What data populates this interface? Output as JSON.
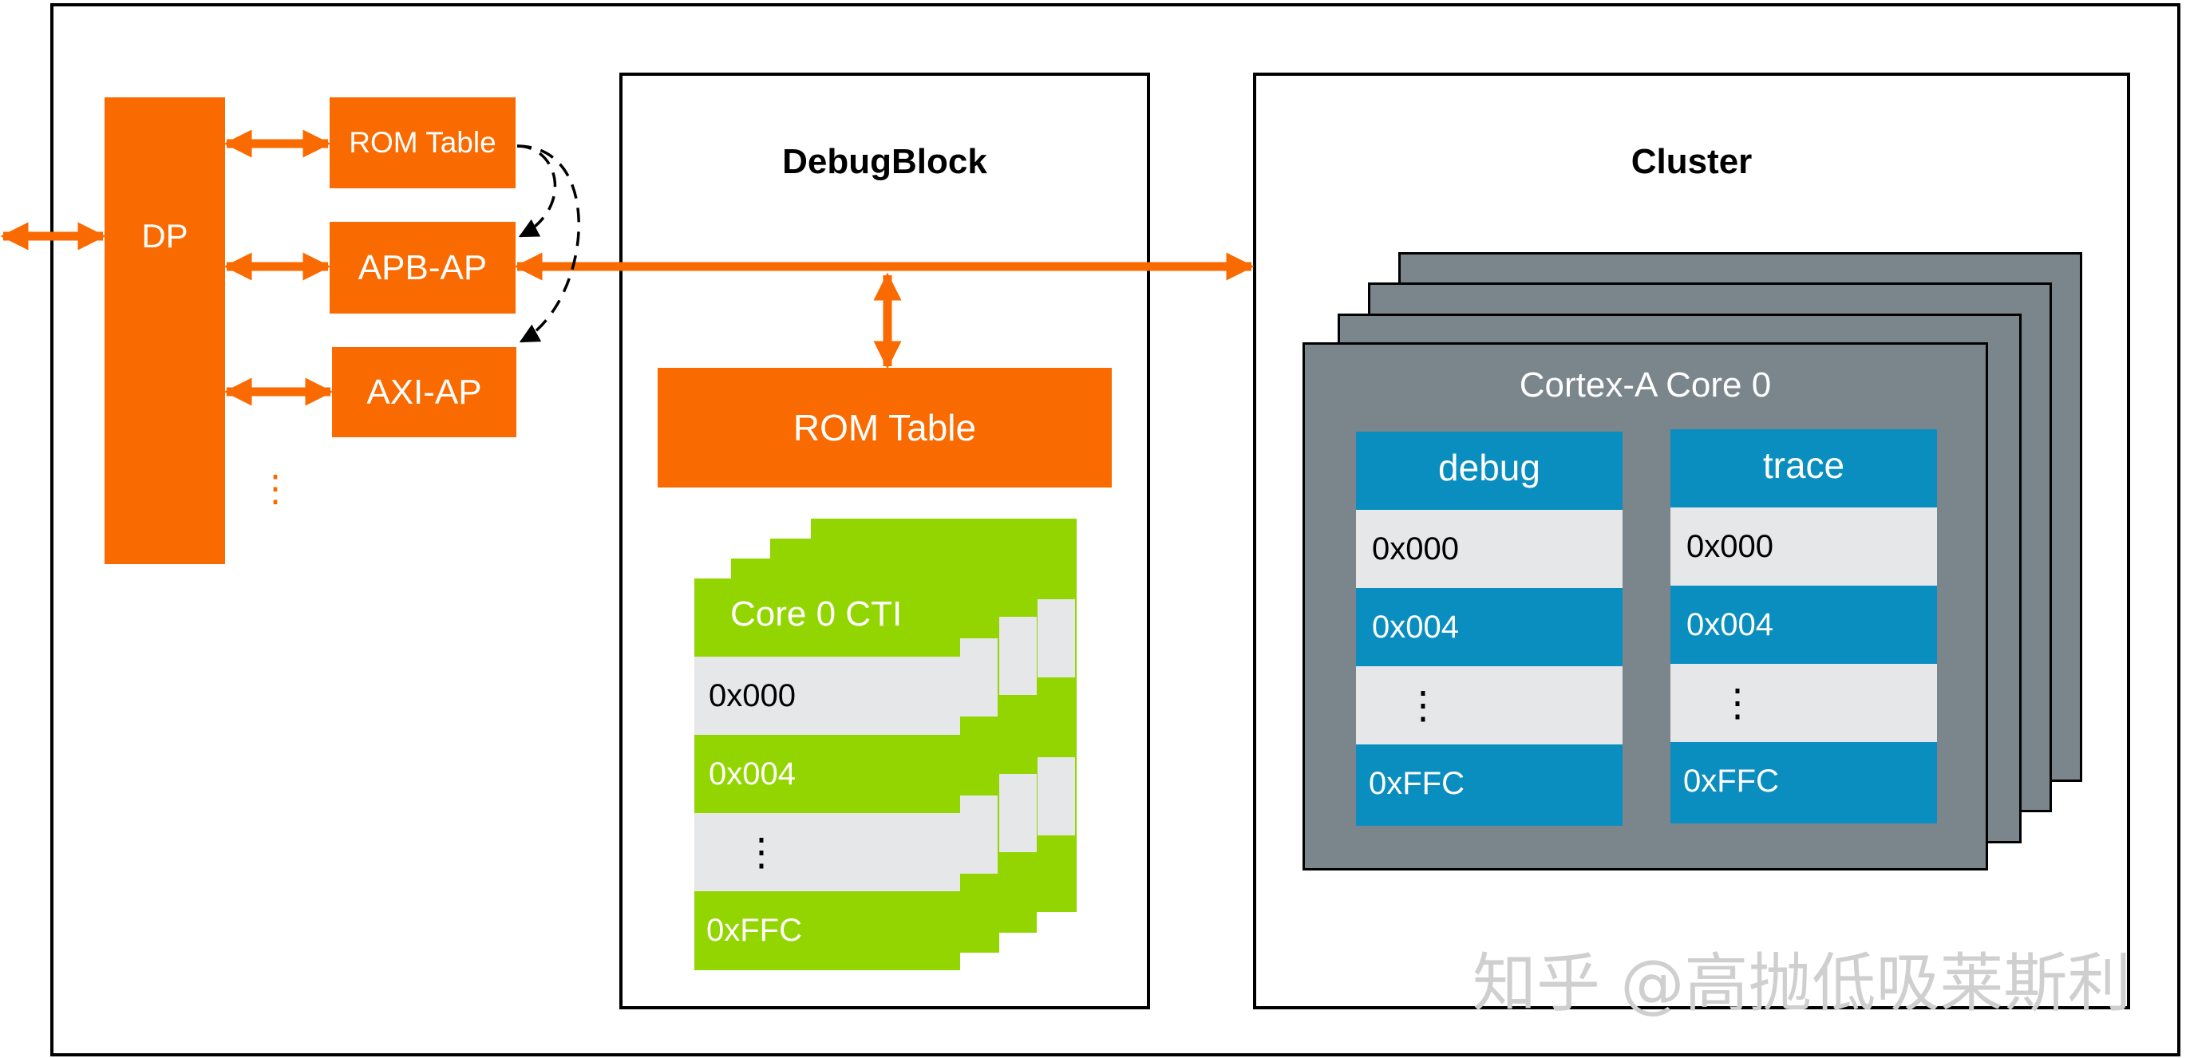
{
  "left": {
    "dp_label": "DP",
    "rom_table_label": "ROM Table",
    "apb_ap_label": "APB-AP",
    "axi_ap_label": "AXI-AP",
    "ellipsis": "⋮"
  },
  "debug_block": {
    "title": "DebugBlock",
    "rom_table_label": "ROM Table",
    "cti": {
      "title": "Core 0 CTI",
      "rows": [
        "0x000",
        "0x004",
        "⋮",
        "0xFFC"
      ]
    }
  },
  "cluster": {
    "title": "Cluster",
    "core_title": "Cortex-A Core 0",
    "debug": {
      "title": "debug",
      "rows": [
        "0x000",
        "0x004",
        "⋮",
        "0xFFC"
      ]
    },
    "trace": {
      "title": "trace",
      "rows": [
        "0x000",
        "0x004",
        "⋮",
        "0xFFC"
      ]
    }
  },
  "watermark": "知乎 @高抛低吸莱斯利",
  "colors": {
    "orange": "#f96a00",
    "green": "#93d500",
    "blue": "#0a8ebf",
    "gray": "#7a858c",
    "light": "#e6e7e8"
  }
}
